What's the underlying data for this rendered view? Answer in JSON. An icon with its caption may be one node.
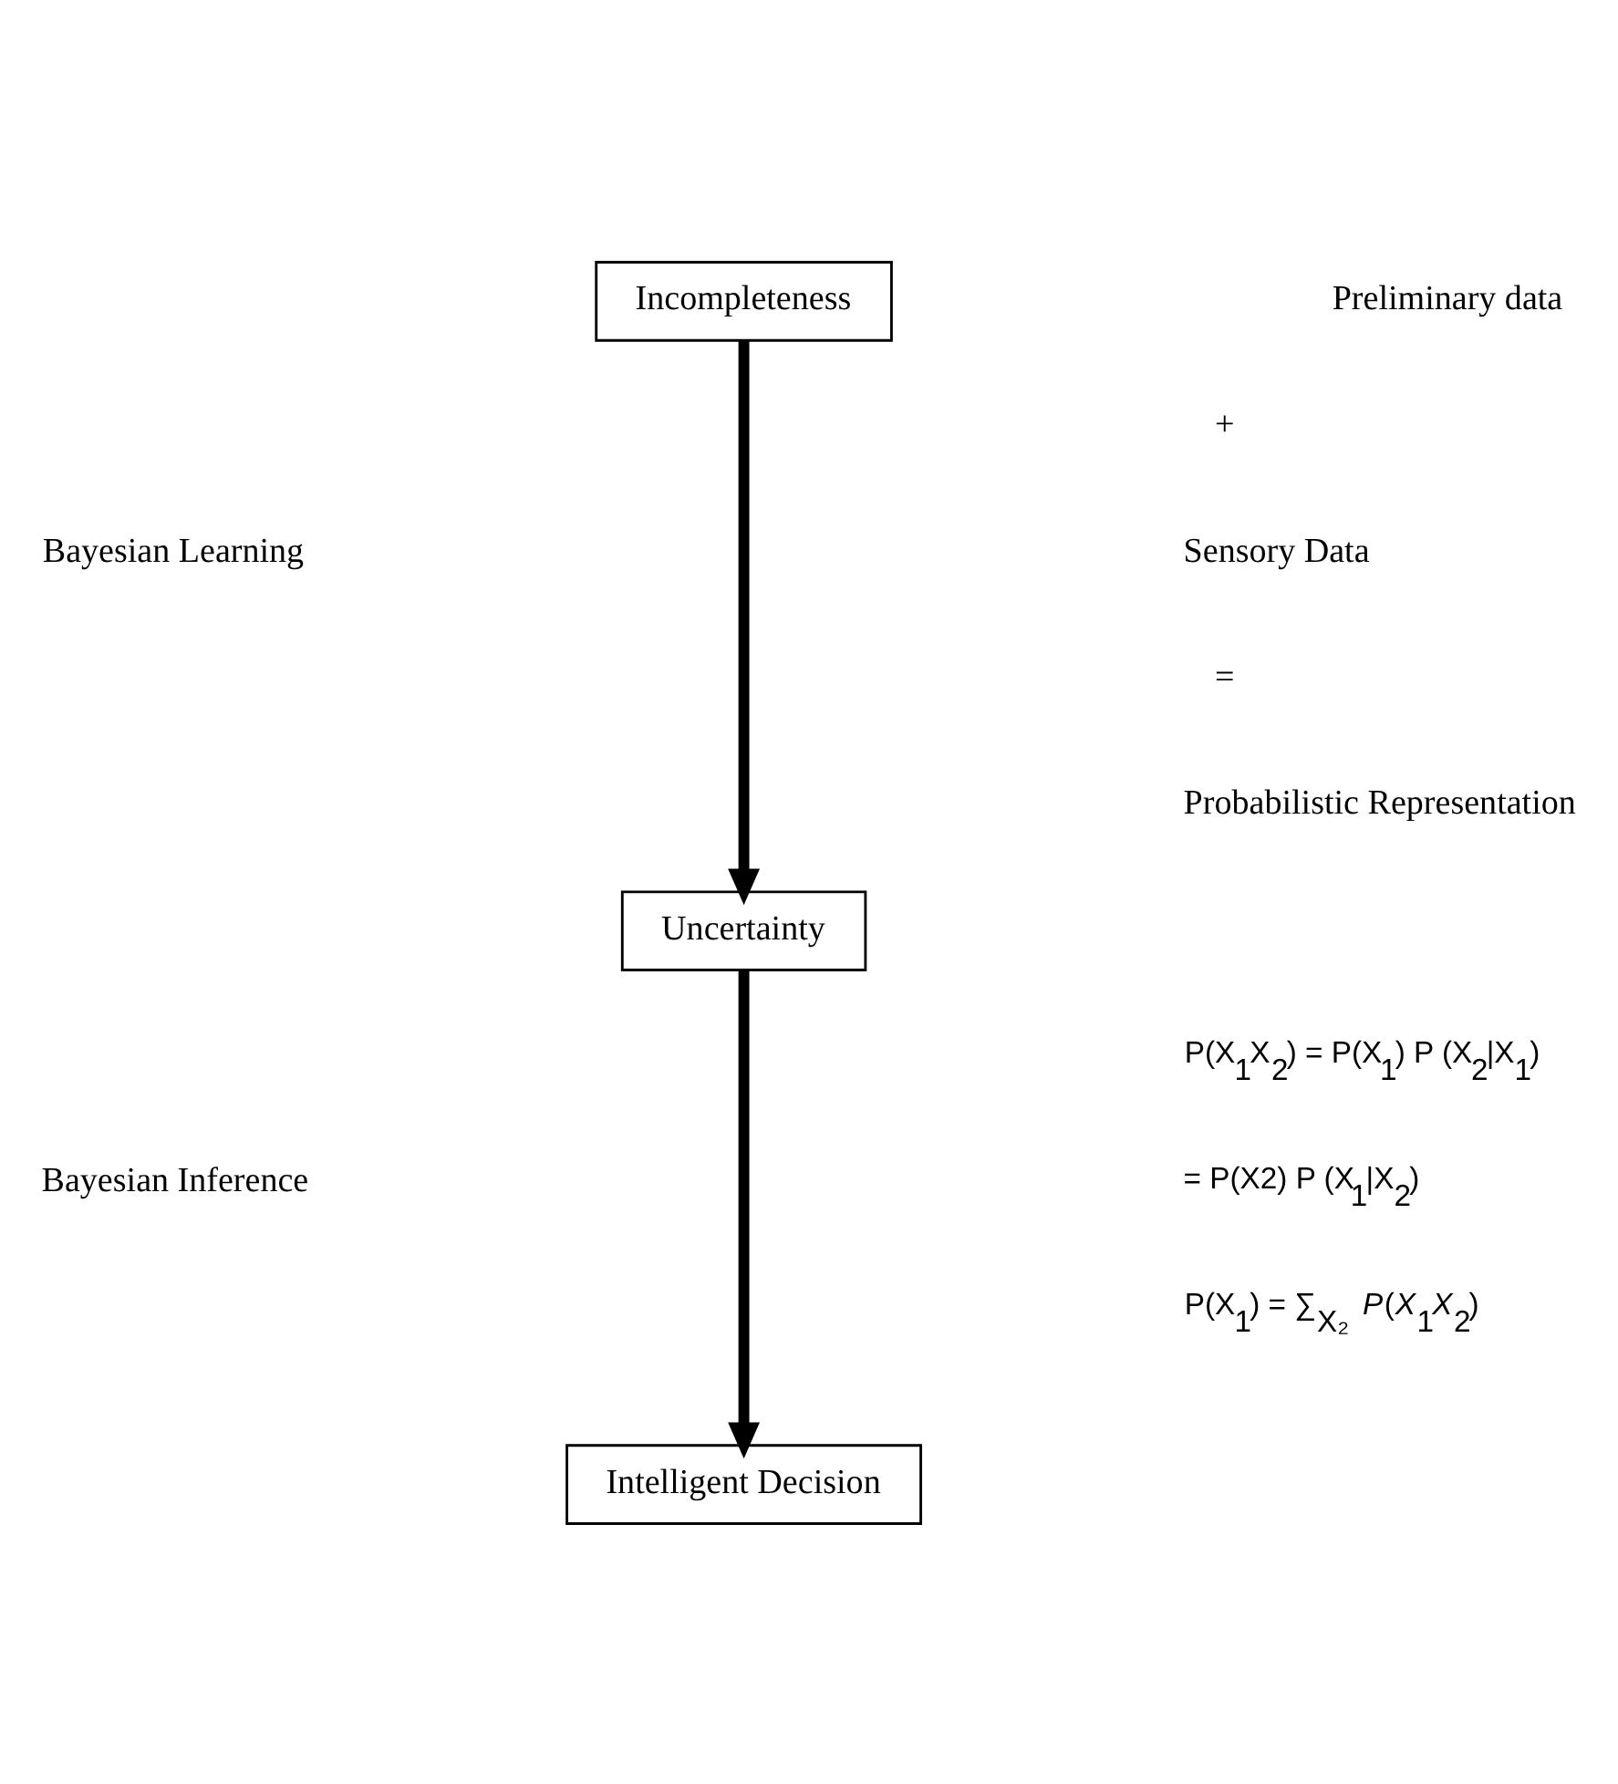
{
  "diagram": {
    "nodes": [
      {
        "text": [
          "Incompleteness"
        ]
      },
      {
        "text": [
          "Uncertainty"
        ]
      },
      {
        "text": [
          "Intelligent Decision"
        ]
      }
    ],
    "edges": [
      {
        "from": 0,
        "to": 1,
        "arrow": "to"
      },
      {
        "from": 1,
        "to": 2,
        "arrow": "to"
      }
    ],
    "labels": [
      "Bayesian Learning",
      "Preliminary data",
      "+",
      "Sensory Data",
      "=",
      "Probabilistic Representation",
      "Bayesian Inference",
      "P(X$_{1}$X$_{2}$) = P(X$_{1}$) P (X$_{2}$|X$_{1}$)",
      "= P(X2) P (X$_{1}$|X$_{2}$)",
      "P(X$_{1}$) = ∑$_{X₂}$ *P*(*X*$_{1}$*X*$_{2}$)"
    ]
  }
}
